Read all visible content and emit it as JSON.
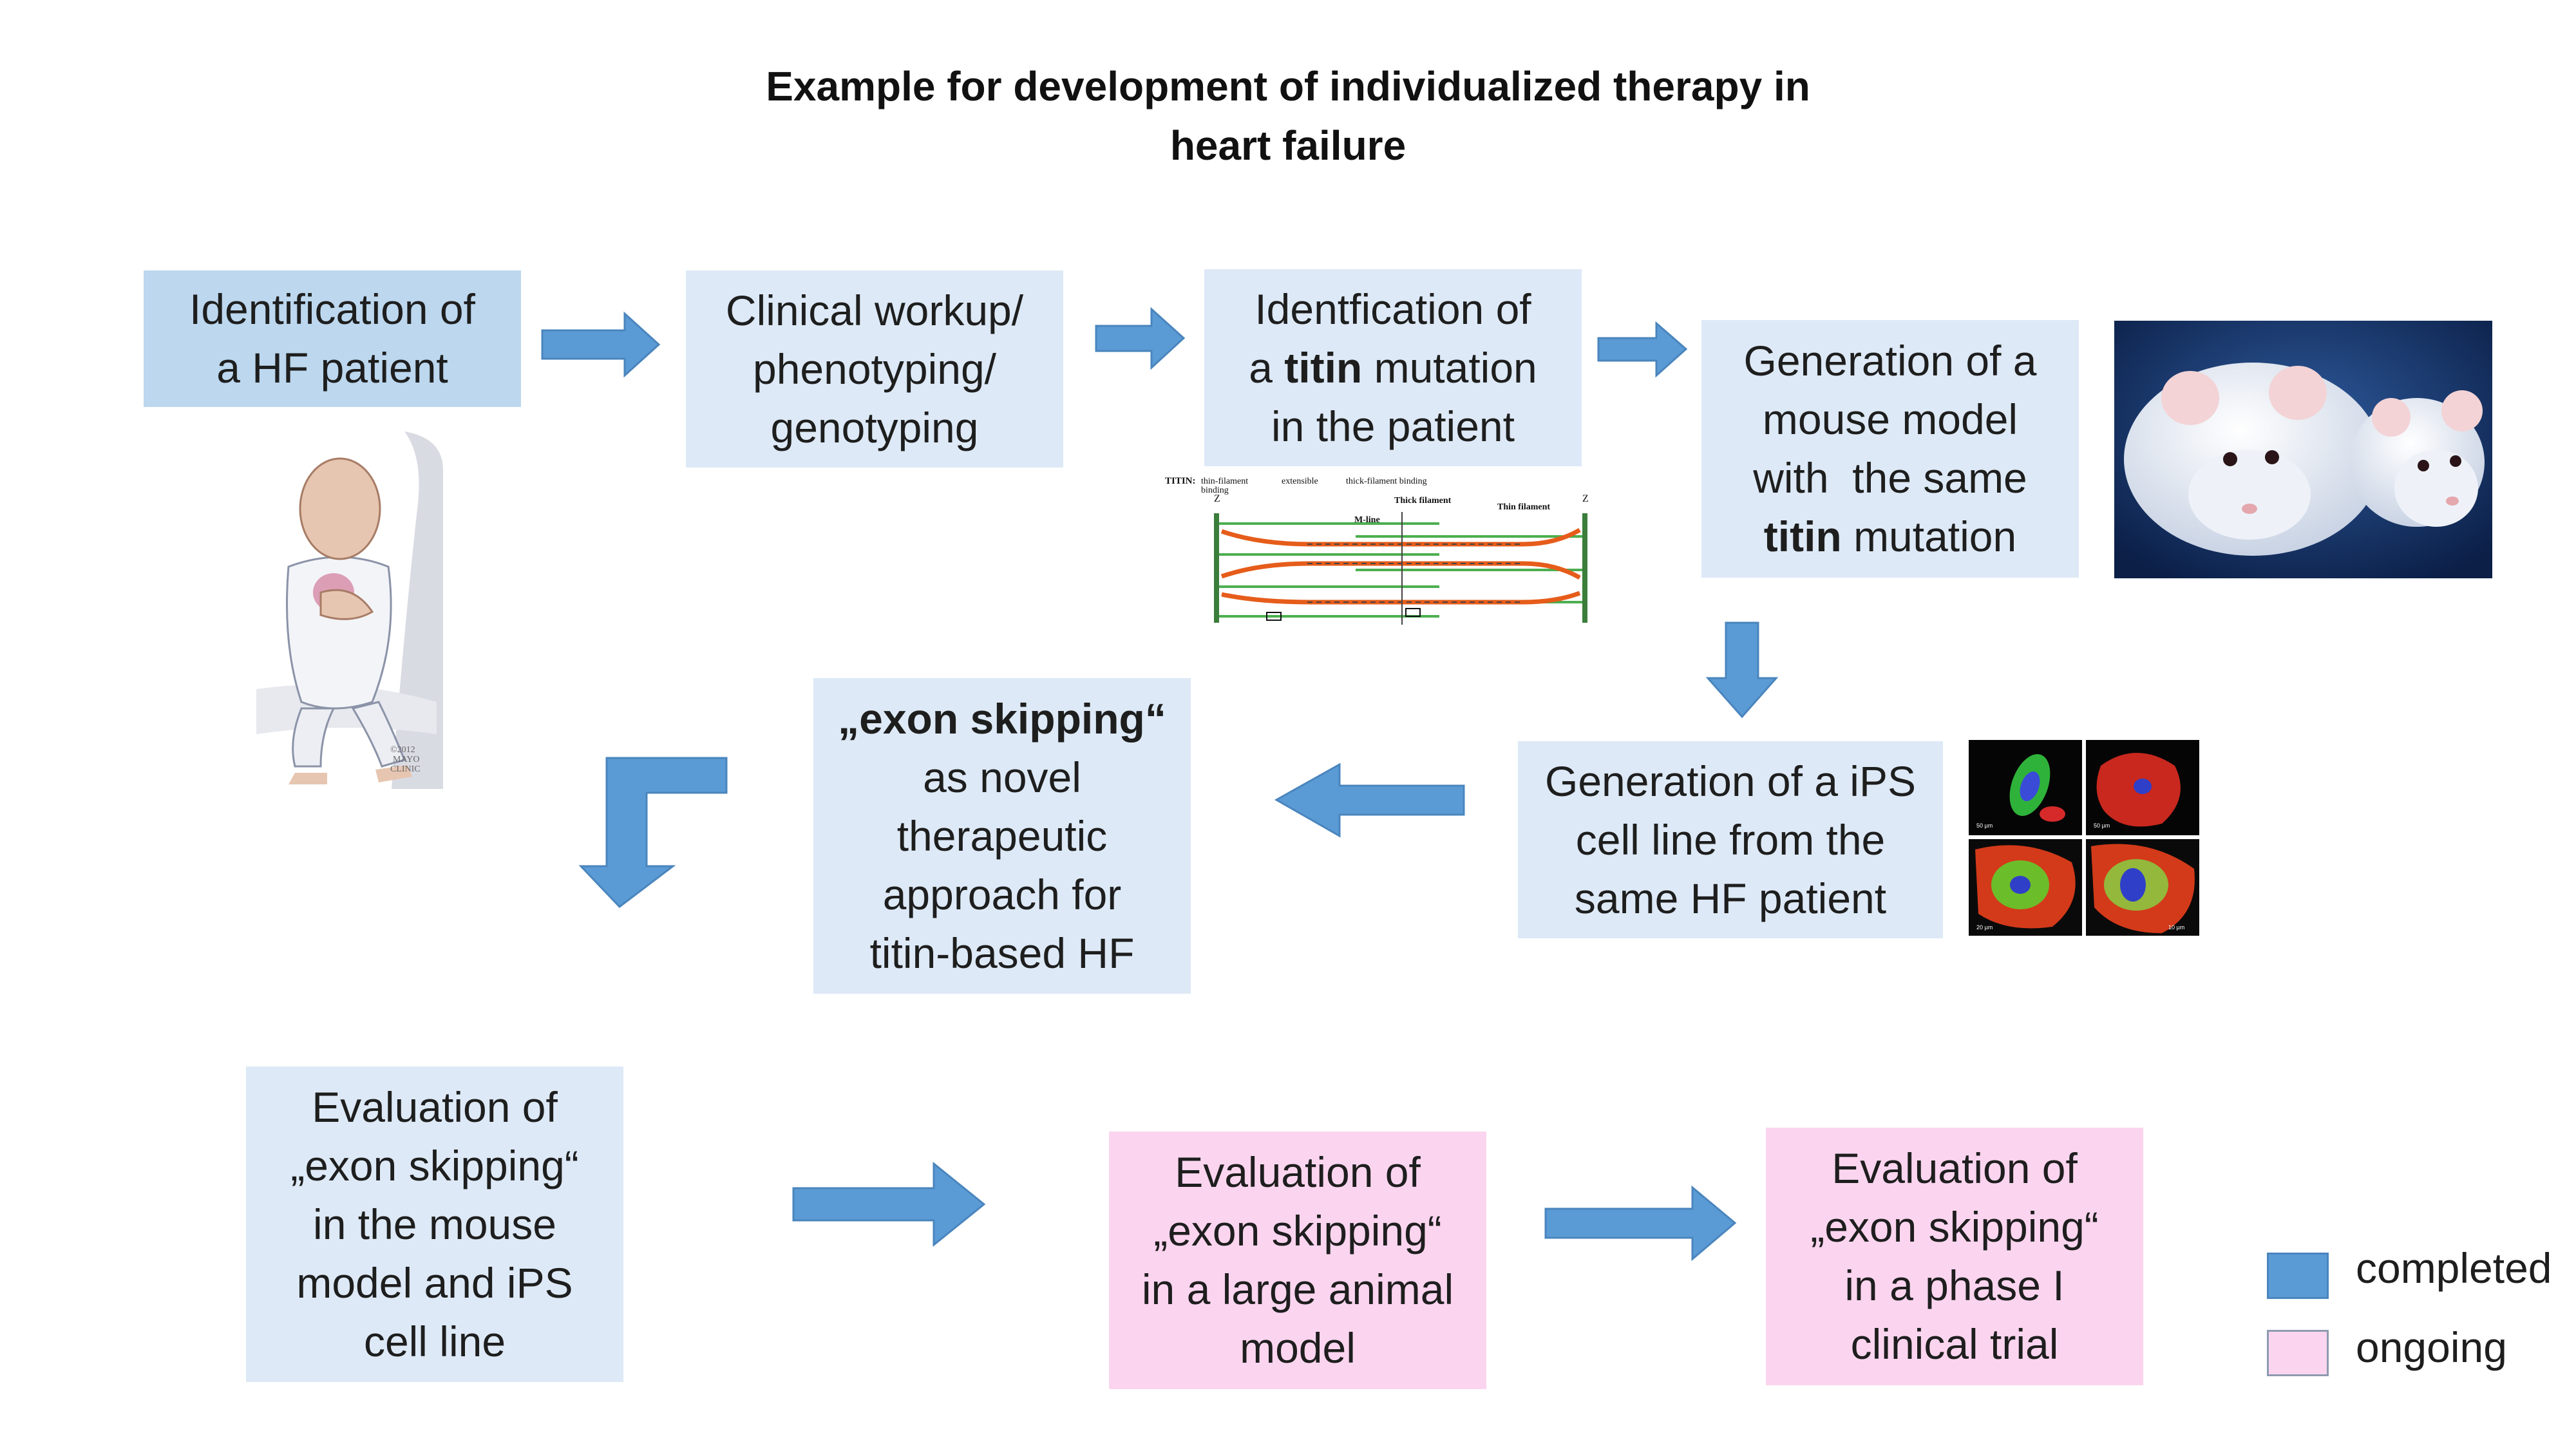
{
  "title": {
    "line1": "Example for development of individualized therapy in",
    "line2": "heart failure"
  },
  "boxes": {
    "identification": {
      "l1": "Identification of",
      "l2": "a HF patient"
    },
    "workup": {
      "l1": "Clinical workup/",
      "l2": "phenotyping/",
      "l3": "genotyping"
    },
    "titin_mutation": {
      "l1": "Identfication of",
      "l2a": "a ",
      "l2b": "titin",
      "l2c": " mutation",
      "l3": "in the patient"
    },
    "mouse_model": {
      "l1": "Generation of a",
      "l2": "mouse model",
      "l3": "with  the same",
      "l4a": "titin",
      "l4b": " mutation"
    },
    "ips": {
      "l1": "Generation of a iPS",
      "l2": "cell line from the",
      "l3": "same HF patient"
    },
    "exon_skipping": {
      "l1": "„exon skipping“",
      "l2": "as novel",
      "l3": "therapeutic",
      "l4": "approach for",
      "l5": "titin-based HF"
    },
    "eval_mouse": {
      "l1": "Evaluation of",
      "l2": "„exon skipping“",
      "l3": "in the mouse",
      "l4": "model and iPS",
      "l5": "cell line"
    },
    "eval_large": {
      "l1": "Evaluation of",
      "l2": "„exon skipping“",
      "l3": "in a large animal",
      "l4": "model"
    },
    "eval_clinical": {
      "l1": "Evaluation of",
      "l2": "„exon skipping“",
      "l3": "in a phase I",
      "l4": "clinical trial"
    }
  },
  "titin_diagram": {
    "label_titin": "TITIN:",
    "label_thin_binding": "thin-filament",
    "label_binding": "binding",
    "label_extensible": "extensible",
    "label_thick_binding": "thick-filament binding",
    "label_thick": "Thick filament",
    "label_thin": "Thin filament",
    "label_mline": "M-line",
    "label_z1": "Z",
    "label_z2": "Z"
  },
  "patient_illustration": {
    "caption1": "©2012",
    "caption2": "MAYO",
    "caption3": "CLINIC"
  },
  "micrographs": {
    "scale1": "50 µm",
    "scale2": "50 µm",
    "scale3": "20 µm",
    "scale4": "10 µm"
  },
  "legend": {
    "completed": "completed",
    "ongoing": "ongoing"
  },
  "colors": {
    "arrow": "#5b9bd5",
    "box_completed_dark": "#bcd7ee",
    "box_completed_light": "#dde9f6",
    "box_ongoing": "#fbd5ef",
    "legend_completed": "#5b9bd5",
    "legend_ongoing": "#fbd5ef"
  }
}
